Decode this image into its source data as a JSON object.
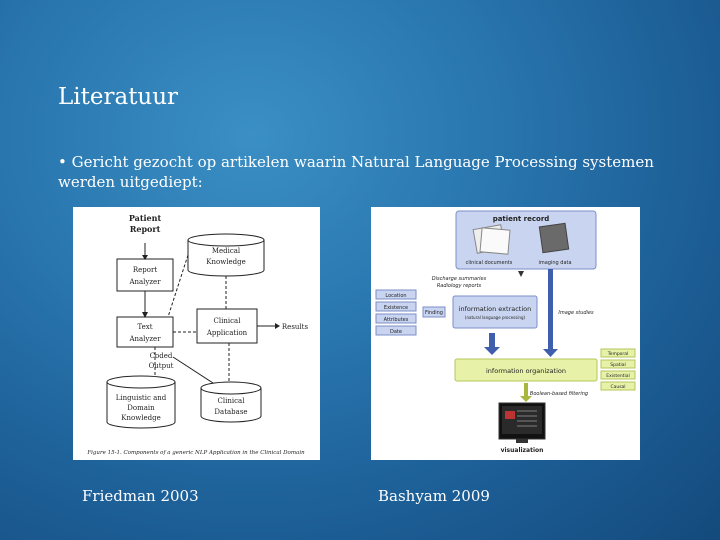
{
  "slide": {
    "title": "Literatuur",
    "bullet": "• Gericht gezocht op artikelen waarin Natural Language Processing systemen werden uitgediept:"
  },
  "figure_left": {
    "caption": "Friedman 2003",
    "patient_report": [
      "Patient",
      "Report"
    ],
    "medical_knowledge": [
      "Medical",
      "Knowledge"
    ],
    "report_analyzer": [
      "Report",
      "Analyzer"
    ],
    "text_analyzer": [
      "Text",
      "Analyzer"
    ],
    "clinical_application": [
      "Clinical",
      "Application"
    ],
    "results": "Results",
    "coded_output": [
      "Coded",
      "Output"
    ],
    "linguistic_knowledge": [
      "Linguistic and",
      "Domain",
      "Knowledge"
    ],
    "clinical_database": [
      "Clinical",
      "Database"
    ],
    "figure_caption": "Figure 15-1. Components of a generic NLP Application in the Clinical Domain"
  },
  "figure_right": {
    "caption": "Bashyam 2009",
    "patient_record": "patient record",
    "clinical_documents": "clinical documents",
    "imaging_data": "imaging data",
    "discharge": [
      "Discharge summaries",
      "Radiology reports"
    ],
    "side_tags": [
      "Location",
      "Existence",
      "Attributes",
      "Date"
    ],
    "finding": "Finding",
    "information_extraction": "information extraction",
    "nlp_sub": "(natural language processing)",
    "image_studies": "Image studies",
    "information_organization": "information organization",
    "right_tags": [
      "Temporal",
      "Spatial",
      "Existential",
      "Causal"
    ],
    "boolean_filtering": "Boolean-based filtering",
    "visualization": "visualization"
  }
}
